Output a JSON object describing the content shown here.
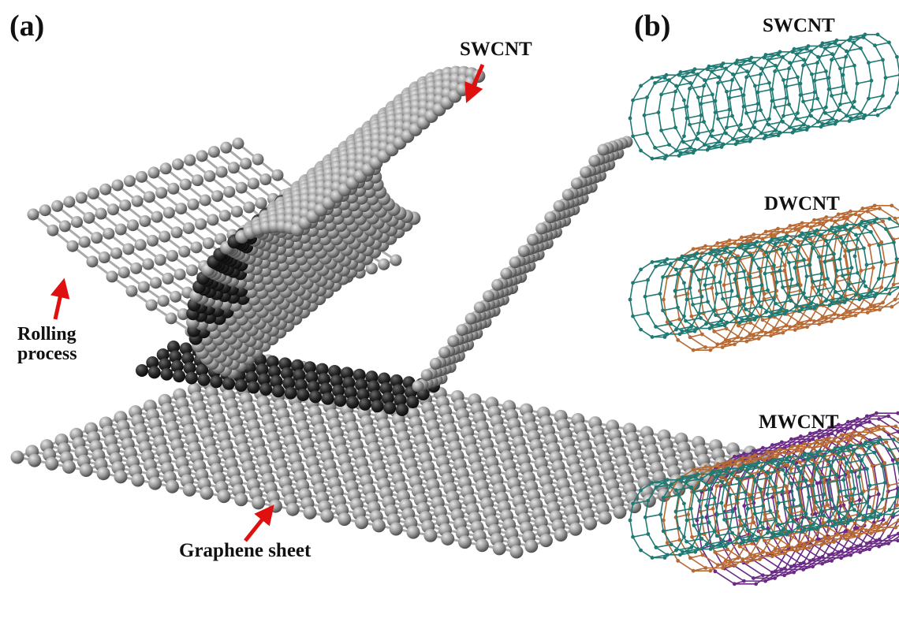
{
  "panel_a": {
    "label": "(a)",
    "swcnt_label": "SWCNT",
    "rolling_line1": "Rolling",
    "rolling_line2": "process",
    "graphene_label": "Graphene sheet"
  },
  "panel_b": {
    "label": "(b)",
    "tubes": [
      {
        "title": "SWCNT",
        "walls": [
          "#1f7a73"
        ]
      },
      {
        "title": "DWCNT",
        "walls": [
          "#b86a35",
          "#1f7a73"
        ]
      },
      {
        "title": "MWCNT",
        "walls": [
          "#6a2a86",
          "#b86a35",
          "#1f7a73"
        ]
      }
    ]
  },
  "colors": {
    "atom": "#8e8e8e",
    "atom_dark": "#2a2a2a",
    "bond": "#aaaaaa",
    "arrow": "#e01010",
    "text": "#111111"
  }
}
